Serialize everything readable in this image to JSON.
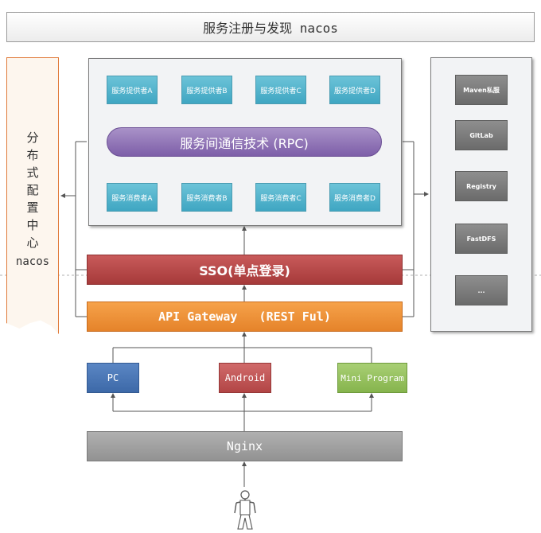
{
  "title": "服务注册与发现 nacos",
  "config_center": {
    "chars": [
      "分",
      "布",
      "式",
      "配",
      "置",
      "中",
      "心"
    ],
    "suffix": "nacos"
  },
  "providers": [
    "服务提供者A",
    "服务提供者B",
    "服务提供者C",
    "服务提供者D"
  ],
  "rpc_label": "服务间通信技术 (RPC)",
  "consumers": [
    "服务消费者A",
    "服务消费者B",
    "服务消费者C",
    "服务消费者D"
  ],
  "tools": [
    "Maven私服",
    "GitLab",
    "Registry",
    "FastDFS",
    "..."
  ],
  "sso_label": "SSO(单点登录)",
  "gateway_label": "API Gateway   (REST Ful)",
  "clients": {
    "pc": "PC",
    "android": "Android",
    "mini": "Mini Program"
  },
  "nginx_label": "Nginx",
  "colors": {
    "teal": "#4bacc6",
    "purple": "#8064a2",
    "red": "#b84545",
    "orange": "#f0902e",
    "blue": "#4a77b6",
    "green": "#93c25e",
    "gray": "#808080"
  }
}
